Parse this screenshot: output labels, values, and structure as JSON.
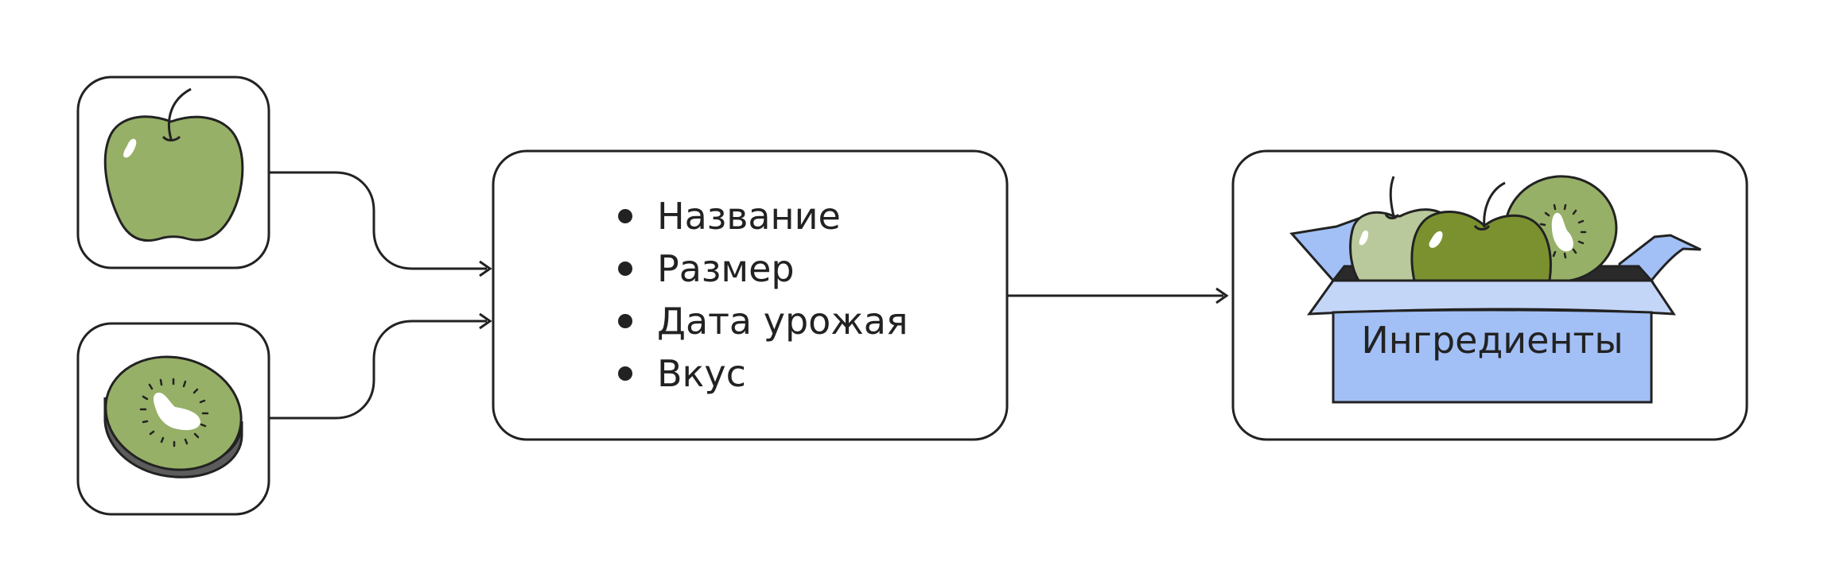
{
  "attributes": {
    "items": [
      "Название",
      "Размер",
      "Дата урожая",
      "Вкус"
    ]
  },
  "crate": {
    "label": "Ингредиенты"
  },
  "icons": {
    "input_1": "apple-icon",
    "input_2": "kiwi-icon",
    "output": "fruit-crate-icon"
  },
  "colors": {
    "stroke": "#222222",
    "apple_green": "#97b067",
    "light_apple": "#b9c99c",
    "dark_apple": "#7b9130",
    "kiwi_skin": "#5c5c5c",
    "crate_blue": "#a2c0f5",
    "crate_rim": "#c4d6f8"
  }
}
